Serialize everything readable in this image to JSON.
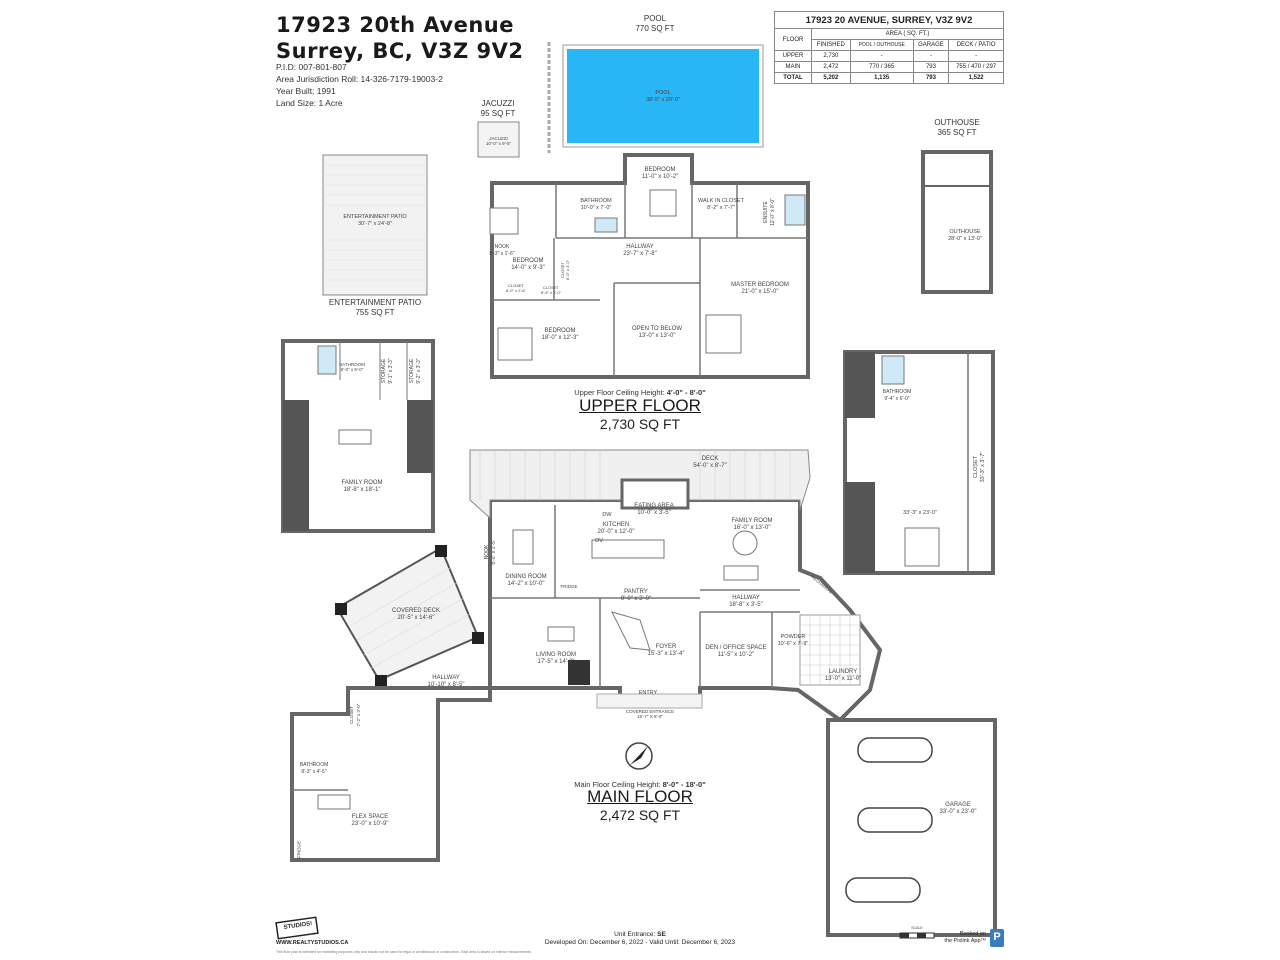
{
  "header": {
    "title_line1": "17923 20th Avenue",
    "title_line2": "Surrey, BC, V3Z 9V2",
    "pid": "P.I.D: 007-801-807",
    "roll": "Area Jurisdiction Roll: 14-326-7179-19003-2",
    "year": "Year Built: 1991",
    "land": "Land Size: 1 Acre"
  },
  "area_table": {
    "title": "17923 20 AVENUE, SURREY, V3Z 9V2",
    "floor_label": "FLOOR",
    "area_label": "AREA ( SQ. FT.)",
    "columns": [
      "FINISHED",
      "POOL / OUTHOUSE",
      "GARAGE",
      "DECK / PATIO"
    ],
    "rows": [
      {
        "floor": "UPPER",
        "cells": [
          "2,730",
          "-",
          "-",
          "-"
        ]
      },
      {
        "floor": "MAIN",
        "cells": [
          "2,472",
          "770 / 365",
          "793",
          "755 / 470 / 297"
        ]
      },
      {
        "floor": "TOTAL",
        "cells": [
          "5,202",
          "1,135",
          "793",
          "1,522"
        ]
      }
    ]
  },
  "outdoor": {
    "pool_name": "POOL",
    "pool_area": "770 SQ FT",
    "pool_inner": "POOL",
    "pool_inner_dim": "38'-5\" x 20'-0\"",
    "jacuzzi_name": "JACUZZI",
    "jacuzzi_area": "95 SQ FT",
    "jacuzzi_inner": "JACUZZI",
    "jacuzzi_inner_dim": "10'-0\" x 9'-5\"",
    "outhouse_name": "OUTHOUSE",
    "outhouse_area": "365 SQ FT",
    "outhouse_inner": "OUTHOUSE",
    "outhouse_dim": "28'-0\" x 13'-0\"",
    "patio_name": "ENTERTAINMENT PATIO",
    "patio_area": "755 SQ FT",
    "patio_inner": "ENTERTAINMENT PATIO",
    "patio_inner_dim": "30'-7\" x 24'-8\""
  },
  "upper_floor": {
    "ceiling_label": "Upper Floor Ceiling Height:",
    "ceiling_value": "4'-0\" - 8'-0\"",
    "name": "UPPER FLOOR",
    "area": "2,730 SQ FT",
    "rooms": {
      "bedroom_top": {
        "name": "BEDROOM",
        "dim": "11'-0\" x 10'-2\""
      },
      "bathroom": {
        "name": "BATHROOM",
        "dim": "10'-0\" x 7'-0\""
      },
      "walkin": {
        "name": "WALK IN CLOSET",
        "dim": "8'-2\" x 7'-7\""
      },
      "ensuite": {
        "name": "ENSUITE",
        "dim": "12'-0\" x 8'-0\""
      },
      "nook": {
        "name": "NOOK",
        "dim": "8'-3\" x 1'-6\""
      },
      "bedroom_left": {
        "name": "BEDROOM",
        "dim": "14'-0\" x 9'-3\""
      },
      "hallway": {
        "name": "HALLWAY",
        "dim": "23'-7\" x 7'-8\""
      },
      "master": {
        "name": "MASTER BEDROOM",
        "dim": "21'-0\" x 15'-0\""
      },
      "closet1": {
        "name": "CLOSET",
        "dim": "8'-0\" x 2'-6\""
      },
      "closet2": {
        "name": "CLOSET",
        "dim": "8'-9\" x 2'-0\""
      },
      "closet3": {
        "name": "CLOSET",
        "dim": "8'-0\" x 3'-0\""
      },
      "bedroom_bottom": {
        "name": "BEDROOM",
        "dim": "18'-0\" x 12'-3\""
      },
      "open": {
        "name": "OPEN TO BELOW",
        "dim": "13'-0\" x 13'-0\""
      }
    }
  },
  "main_floor": {
    "ceiling_label": "Main Floor Ceiling Height:",
    "ceiling_value": "8'-0\" - 18'-0\"",
    "name": "MAIN FLOOR",
    "area": "2,472 SQ FT",
    "rooms": {
      "deck": {
        "name": "DECK",
        "dim": "54'-0\" x 8'-7\""
      },
      "eating": {
        "name": "EATING AREA",
        "dim": "10'-0\" x 3'-5\""
      },
      "kitchen": {
        "name": "KITCHEN",
        "dim": "20'-0\" x 12'-0\""
      },
      "family": {
        "name": "FAMILY ROOM",
        "dim": "16'-0\" x 13'-0\""
      },
      "nook": {
        "name": "NOOK",
        "dim": "8'-0\" x 1'-5\""
      },
      "dining": {
        "name": "DINING ROOM",
        "dim": "14'-2\" x 10'-0\""
      },
      "pantry": {
        "name": "PANTRY",
        "dim": "9'-0\" x 3'-0\""
      },
      "hallway_e": {
        "name": "HALLWAY",
        "dim": "18'-8\" x 3'-5\""
      },
      "living": {
        "name": "LIVING ROOM",
        "dim": "17'-5\" x 14'-2\""
      },
      "foyer": {
        "name": "FOYER",
        "dim": "15'-3\" x 13'-4\""
      },
      "den": {
        "name": "DEN / OFFICE SPACE",
        "dim": "11'-5\" x 10'-2\""
      },
      "powder": {
        "name": "POWDER",
        "dim": "10'-6\" x 7'-9\""
      },
      "laundry": {
        "name": "LAUNDRY",
        "dim": "13'-0\" x 11'-0\""
      },
      "entry": {
        "name": "ENTRY"
      },
      "covered_entrance": {
        "name": "COVERED ENTRANCE",
        "dim": "15'-7\" X 6'-0\""
      },
      "covered_deck": {
        "name": "COVERED DECK",
        "dim": "20'-5\" x 14'-6\""
      },
      "hallway_w": {
        "name": "HALLWAY",
        "dim": "10'-10\" x 8'-5\""
      },
      "closet": {
        "name": "CLOSET",
        "dim": "7'-2\" x 3'-0\""
      },
      "bathroom": {
        "name": "BATHROOM",
        "dim": "8'-3\" x 4'-5\""
      },
      "flex": {
        "name": "FLEX SPACE",
        "dim": "23'-0\" x 10'-9\""
      },
      "garage": {
        "name": "GARAGE",
        "dim": "33'-0\" x 23'-0\""
      },
      "labels": {
        "ov": "OV",
        "dw": "DW",
        "fridge": "FRIDGE",
        "mech": "MECHANICAL"
      }
    }
  },
  "guest_left": {
    "bathroom": {
      "name": "BATHROOM",
      "dim": "6'-0\" x 5'-0\""
    },
    "storage1": {
      "name": "STORAGE",
      "dim": "9'-1\" x 3'-3\""
    },
    "storage2": {
      "name": "STORAGE",
      "dim": "9'-2\" x 3'-3\""
    },
    "family": {
      "name": "FAMILY ROOM",
      "dim": "18'-8\" x 18'-1\""
    }
  },
  "guest_right": {
    "bathroom": {
      "name": "BATHROOM",
      "dim": "9'-4\" x 6'-0\""
    },
    "closet": {
      "name": "CLOSET",
      "dim": "33'-3\" x 3'-7\""
    },
    "room": {
      "dim": "33'-3\" x 23'-0\""
    }
  },
  "footer": {
    "unit_label": "Unit Entrance:",
    "unit_value": "SE",
    "developed": "Developed On: December 6, 2022 - Valid Until: December 6, 2023",
    "brand": "STUDIOS!",
    "website": "WWW.REALTYSTUDIOS.CA",
    "booked_line1": "Booked on",
    "booked_line2": "the Pixlink App™",
    "app_icon": "P",
    "scale_label": "SCALE",
    "disclaimer": "This floor plan is intended for marketing purposes only and should not be used for legal or architectural or construction. Total area is based on interior measurements."
  },
  "colors": {
    "wall": "#666666",
    "pool": "#29b6f6",
    "deck": "#f3f3f3",
    "grid": "#bbbbbb",
    "dark": "#444444"
  }
}
